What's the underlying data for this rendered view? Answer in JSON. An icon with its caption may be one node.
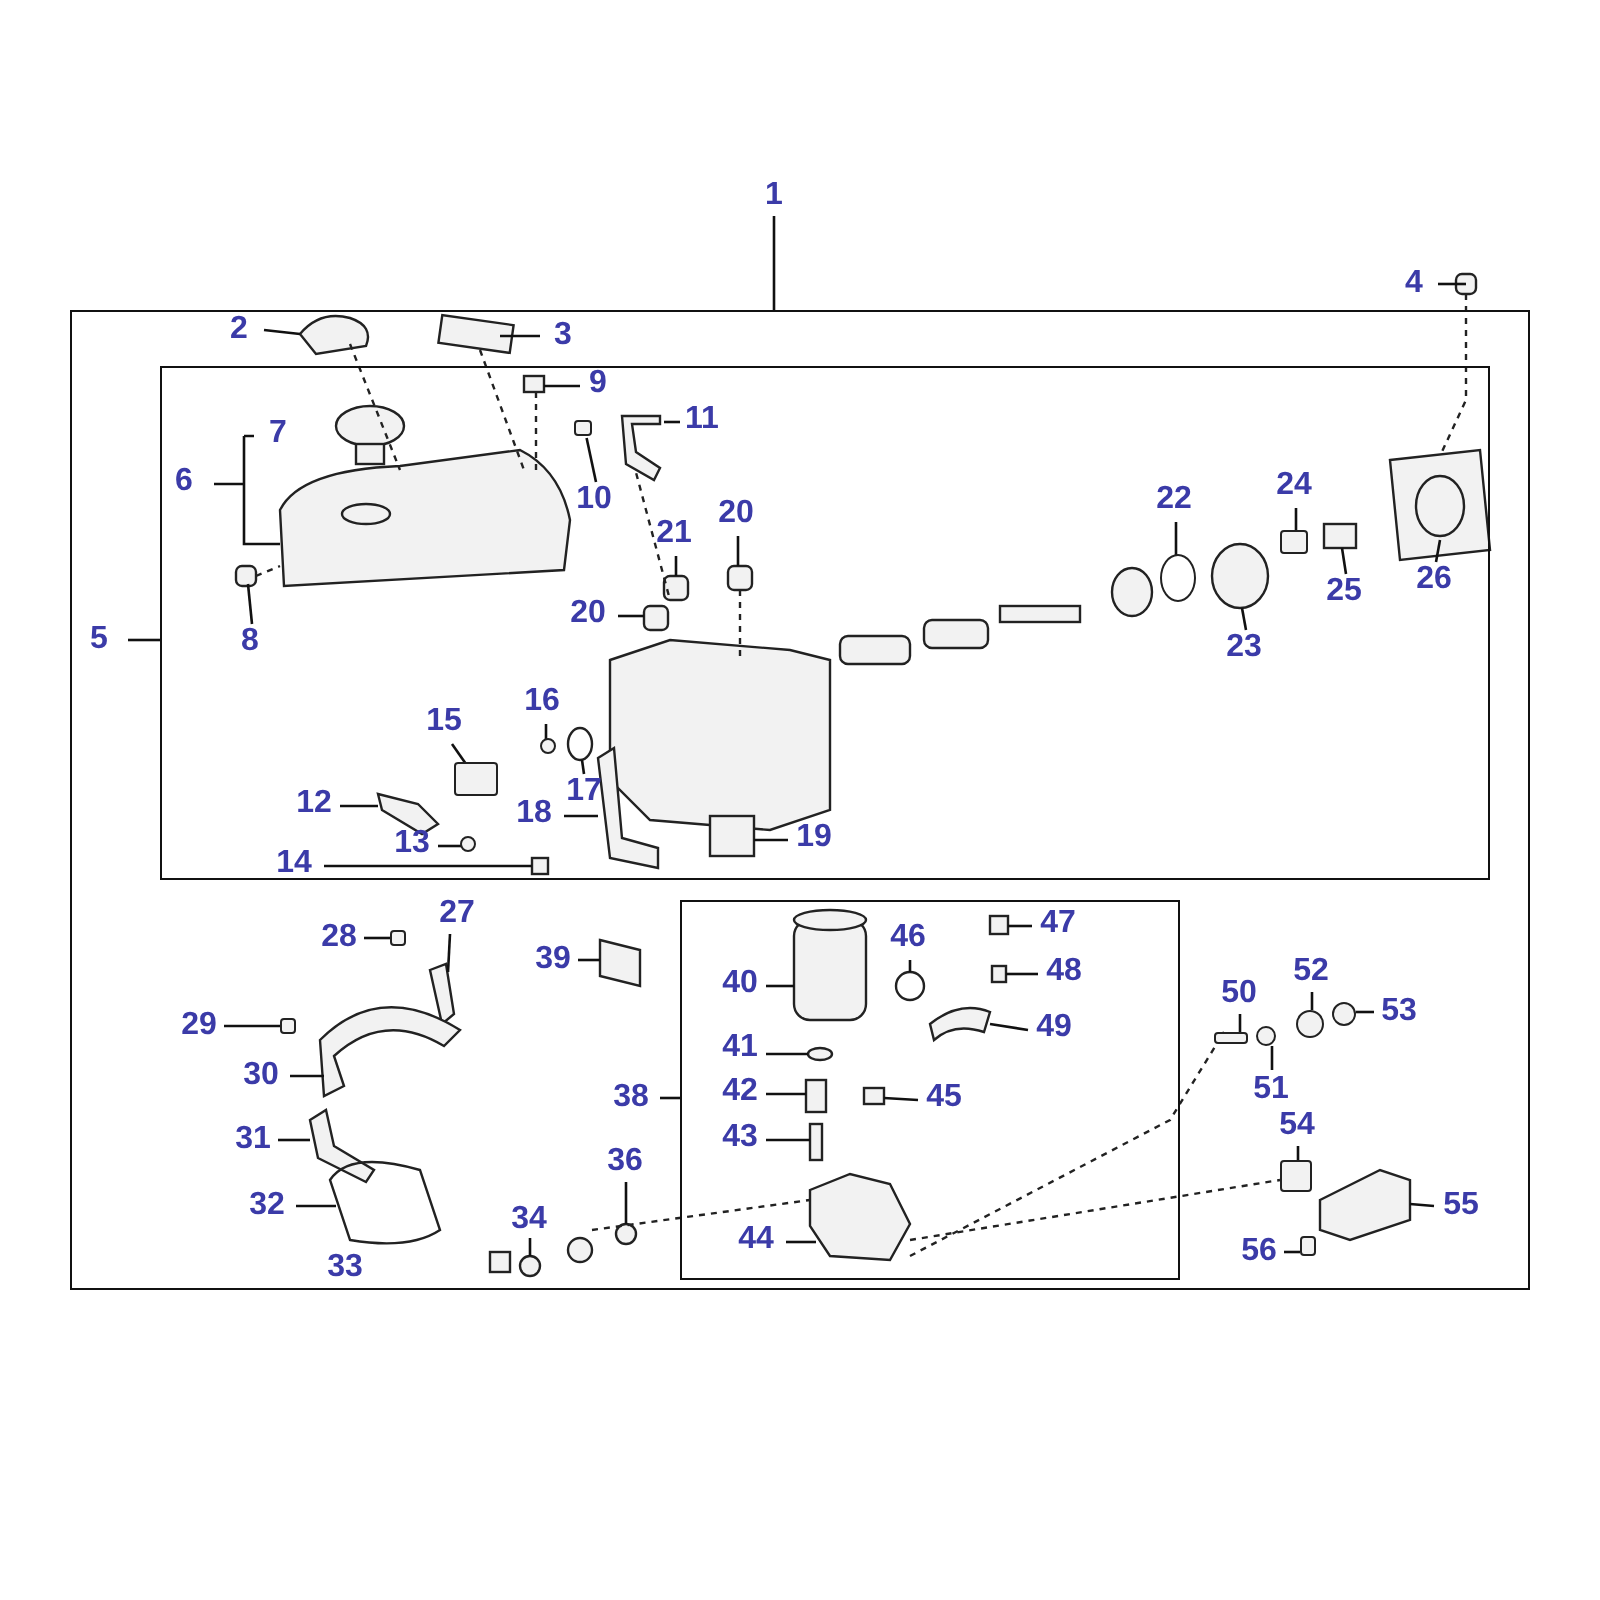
{
  "diagram": {
    "nodes": [
      {
        "text": [
          "1"
        ]
      },
      {
        "text": [],
        "shape": "box"
      },
      {
        "text": [],
        "shape": "box",
        "in": 1
      },
      {
        "text": [],
        "shape": "box",
        "in": 1
      },
      {
        "text": [
          "2"
        ],
        "in": 1
      },
      {
        "text": [
          "3"
        ],
        "in": 1
      },
      {
        "text": [
          "4"
        ]
      },
      {
        "text": [
          "5"
        ],
        "in": 1
      },
      {
        "text": [
          "6"
        ],
        "in": 2
      },
      {
        "text": [
          "7"
        ],
        "in": 2
      },
      {
        "text": [
          "8"
        ],
        "in": 2
      },
      {
        "text": [
          "9"
        ],
        "in": 2
      },
      {
        "text": [
          "10"
        ],
        "in": 2
      },
      {
        "text": [
          "11"
        ],
        "in": 2
      },
      {
        "text": [
          "12"
        ],
        "in": 2
      },
      {
        "text": [
          "13"
        ],
        "in": 2
      },
      {
        "text": [
          "14"
        ],
        "in": 2
      },
      {
        "text": [
          "15"
        ],
        "in": 2
      },
      {
        "text": [
          "16"
        ],
        "in": 2
      },
      {
        "text": [
          "17"
        ],
        "in": 2
      },
      {
        "text": [
          "18"
        ],
        "in": 2
      },
      {
        "text": [
          "19"
        ],
        "in": 2
      },
      {
        "text": [
          "20"
        ],
        "in": 2
      },
      {
        "text": [
          "20"
        ],
        "in": 2
      },
      {
        "text": [
          "21"
        ],
        "in": 2
      },
      {
        "text": [
          "22"
        ],
        "in": 2
      },
      {
        "text": [
          "23"
        ],
        "in": 2
      },
      {
        "text": [
          "24"
        ],
        "in": 2
      },
      {
        "text": [
          "25"
        ],
        "in": 2
      },
      {
        "text": [
          "26"
        ],
        "in": 2
      },
      {
        "text": [
          "27"
        ],
        "in": 1
      },
      {
        "text": [
          "28"
        ],
        "in": 1
      },
      {
        "text": [
          "29"
        ],
        "in": 1
      },
      {
        "text": [
          "30"
        ],
        "in": 1
      },
      {
        "text": [
          "31"
        ],
        "in": 1
      },
      {
        "text": [
          "32"
        ],
        "in": 1
      },
      {
        "text": [
          "33"
        ],
        "in": 1
      },
      {
        "text": [
          "34"
        ],
        "in": 1
      },
      {
        "text": [
          "36"
        ],
        "in": 1
      },
      {
        "text": [
          "38"
        ],
        "in": 1
      },
      {
        "text": [
          "39"
        ],
        "in": 1
      },
      {
        "text": [
          "40"
        ],
        "in": 3
      },
      {
        "text": [
          "41"
        ],
        "in": 3
      },
      {
        "text": [
          "42"
        ],
        "in": 3
      },
      {
        "text": [
          "43"
        ],
        "in": 3
      },
      {
        "text": [
          "44"
        ],
        "in": 3
      },
      {
        "text": [
          "45"
        ],
        "in": 3
      },
      {
        "text": [
          "46"
        ],
        "in": 3
      },
      {
        "text": [
          "47"
        ],
        "in": 3
      },
      {
        "text": [
          "48"
        ],
        "in": 3
      },
      {
        "text": [
          "49"
        ],
        "in": 3
      },
      {
        "text": [
          "50"
        ],
        "in": 1
      },
      {
        "text": [
          "51"
        ],
        "in": 1
      },
      {
        "text": [
          "52"
        ],
        "in": 1
      },
      {
        "text": [
          "53"
        ],
        "in": 1
      },
      {
        "text": [
          "54"
        ],
        "in": 1
      },
      {
        "text": [
          "55"
        ],
        "in": 1
      },
      {
        "text": [
          "56"
        ],
        "in": 1
      },
      {
        "text": [],
        "shape": "box",
        "in": 2
      },
      {
        "text": [],
        "shape": "picture",
        "in": 2
      },
      {
        "text": [],
        "shape": "picture",
        "in": 2
      },
      {
        "text": [],
        "shape": "circle",
        "in": 2
      },
      {
        "text": [],
        "shape": "box",
        "in": 2
      },
      {
        "text": [],
        "shape": "circle",
        "in": 2
      },
      {
        "text": [],
        "shape": "picture",
        "in": 2
      },
      {
        "text": [],
        "shape": "circle",
        "in": 2
      },
      {
        "text": [],
        "shape": "box",
        "in": 2
      },
      {
        "text": [],
        "shape": "box",
        "in": 1
      },
      {
        "text": [],
        "shape": "box",
        "in": 1
      },
      {
        "text": [],
        "shape": "circle",
        "in": 1
      },
      {
        "text": [],
        "shape": "box",
        "in": 1
      },
      {
        "text": [],
        "shape": "circle",
        "in": 1
      },
      {
        "text": [],
        "shape": "circle",
        "in": 1
      },
      {
        "text": [],
        "shape": "box",
        "in": 1
      },
      {
        "text": [],
        "shape": "box",
        "in": 1
      }
    ],
    "edges": [
      {
        "from": 0,
        "to": 1,
        "arrow": "none"
      },
      {
        "from": 7,
        "to": 2,
        "arrow": "none"
      },
      {
        "from": 39,
        "to": 3,
        "arrow": "none"
      },
      {
        "from": 4,
        "to": null,
        "arrow": "none"
      },
      {
        "from": 5,
        "to": null,
        "arrow": "none"
      },
      {
        "from": 6,
        "to": null,
        "arrow": "none"
      },
      {
        "from": 8,
        "to": null,
        "arrow": "none"
      },
      {
        "from": 10,
        "to": null,
        "arrow": "none"
      },
      {
        "from": 11,
        "to": null,
        "arrow": "none"
      },
      {
        "from": 12,
        "to": 58,
        "arrow": "none"
      },
      {
        "from": 13,
        "to": 59,
        "arrow": "none"
      },
      {
        "from": 14,
        "to": 60,
        "arrow": "none"
      },
      {
        "from": 15,
        "to": 61,
        "arrow": "none"
      },
      {
        "from": 16,
        "to": null,
        "arrow": "none"
      },
      {
        "from": 17,
        "to": 62,
        "arrow": "none"
      },
      {
        "from": 18,
        "to": 63,
        "arrow": "none"
      },
      {
        "from": 19,
        "to": null,
        "arrow": "none"
      },
      {
        "from": 20,
        "to": 64,
        "arrow": "none"
      },
      {
        "from": 21,
        "to": null,
        "arrow": "none"
      },
      {
        "from": 22,
        "to": null,
        "arrow": "none"
      },
      {
        "from": 23,
        "to": null,
        "arrow": "none"
      },
      {
        "from": 24,
        "to": null,
        "arrow": "none"
      },
      {
        "from": 25,
        "to": 65,
        "arrow": "none"
      },
      {
        "from": 26,
        "to": null,
        "arrow": "none"
      },
      {
        "from": 27,
        "to": 66,
        "arrow": "none"
      },
      {
        "from": 28,
        "to": null,
        "arrow": "none"
      },
      {
        "from": 29,
        "to": null,
        "arrow": "none"
      },
      {
        "from": 30,
        "to": null,
        "arrow": "none"
      },
      {
        "from": 31,
        "to": 67,
        "arrow": "none"
      },
      {
        "from": 32,
        "to": 68,
        "arrow": "none"
      },
      {
        "from": 33,
        "to": null,
        "arrow": "none"
      },
      {
        "from": 34,
        "to": null,
        "arrow": "none"
      },
      {
        "from": 35,
        "to": null,
        "arrow": "none"
      },
      {
        "from": 37,
        "to": null,
        "arrow": "none"
      },
      {
        "from": 38,
        "to": null,
        "arrow": "none"
      },
      {
        "from": 40,
        "to": null,
        "arrow": "none"
      },
      {
        "from": 41,
        "to": null,
        "arrow": "none"
      },
      {
        "from": 42,
        "to": null,
        "arrow": "none"
      },
      {
        "from": 43,
        "to": null,
        "arrow": "none"
      },
      {
        "from": 44,
        "to": null,
        "arrow": "none"
      },
      {
        "from": 45,
        "to": null,
        "arrow": "none"
      },
      {
        "from": 46,
        "to": null,
        "arrow": "none"
      },
      {
        "from": 47,
        "to": null,
        "arrow": "none"
      },
      {
        "from": 48,
        "to": null,
        "arrow": "none"
      },
      {
        "from": 49,
        "to": null,
        "arrow": "none"
      },
      {
        "from": 50,
        "to": null,
        "arrow": "none"
      },
      {
        "from": 51,
        "to": 70,
        "arrow": "none"
      },
      {
        "from": 52,
        "to": 69,
        "arrow": "none"
      },
      {
        "from": 53,
        "to": 72,
        "arrow": "none"
      },
      {
        "from": 54,
        "to": 71,
        "arrow": "none"
      },
      {
        "from": 55,
        "to": 73,
        "arrow": "none"
      },
      {
        "from": 56,
        "to": null,
        "arrow": "none"
      },
      {
        "from": 57,
        "to": 74,
        "arrow": "none"
      }
    ]
  }
}
